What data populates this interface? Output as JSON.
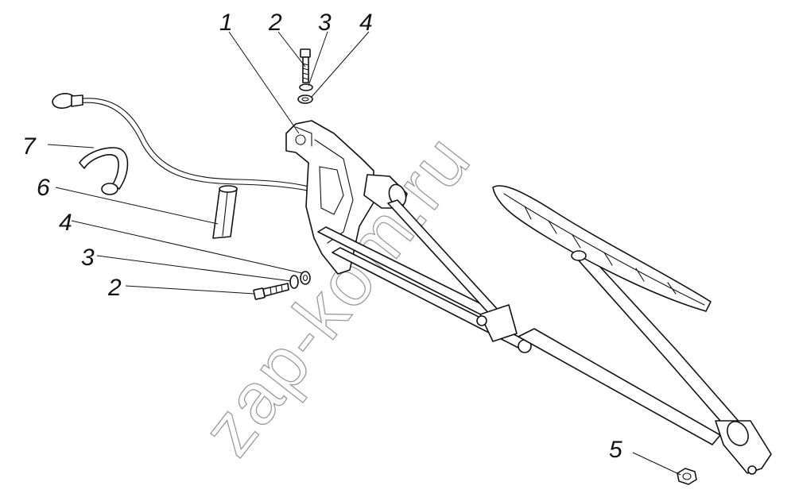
{
  "watermark": "zap-kom.ru",
  "callouts": [
    "1",
    "2",
    "3",
    "4",
    "2",
    "3",
    "4",
    "5",
    "6",
    "7"
  ],
  "colors": {
    "line": "#111111",
    "watermark": "#9a9a9a",
    "background": "#ffffff"
  }
}
